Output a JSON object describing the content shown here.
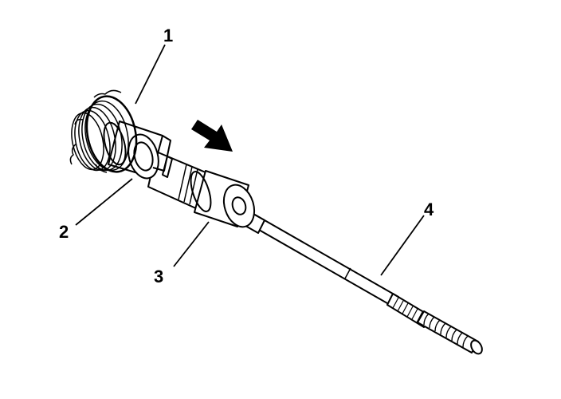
{
  "callouts": [
    {
      "label": "1"
    },
    {
      "label": "2"
    },
    {
      "label": "3"
    },
    {
      "label": "4"
    }
  ],
  "colors": {
    "ink": "#000000",
    "paper": "#ffffff"
  },
  "icons": {
    "direction_arrow": "arrow-right-down-icon"
  }
}
